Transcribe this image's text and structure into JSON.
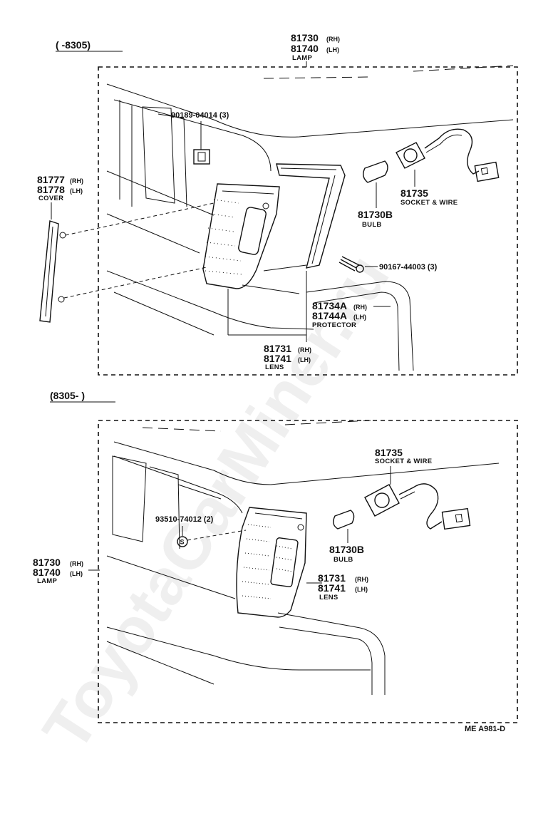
{
  "watermark": "ToyotaCarMiner.ru",
  "upper": {
    "period": "(      -8305)",
    "lamp": {
      "num1": "81730",
      "side1": "(RH)",
      "num2": "81740",
      "side2": "(LH)",
      "name": "LAMP"
    },
    "clip": {
      "text": "90189-04014 (3)"
    },
    "cover": {
      "num1": "81777",
      "side1": "(RH)",
      "num2": "81778",
      "side2": "(LH)",
      "name": "COVER"
    },
    "socket": {
      "num": "81735",
      "name": "SOCKET & WIRE"
    },
    "bulb": {
      "num": "81730B",
      "name": "BULB"
    },
    "screw": {
      "text": "90167-44003 (3)"
    },
    "protector": {
      "num1": "81734A",
      "side1": "(RH)",
      "num2": "81744A",
      "side2": "(LH)",
      "name": "PROTECTOR"
    },
    "lens": {
      "num1": "81731",
      "side1": "(RH)",
      "num2": "81741",
      "side2": "(LH)",
      "name": "LENS"
    }
  },
  "lower": {
    "period": "(8305-       )",
    "socket": {
      "num": "81735",
      "name": "SOCKET & WIRE"
    },
    "screw": {
      "text": "93510-74012 (2)",
      "symbol": "S"
    },
    "lamp": {
      "num1": "81730",
      "side1": "(RH)",
      "num2": "81740",
      "side2": "(LH)",
      "name": "LAMP"
    },
    "bulb": {
      "num": "81730B",
      "name": "BULB"
    },
    "lens": {
      "num1": "81731",
      "side1": "(RH)",
      "num2": "81741",
      "side2": "(LH)",
      "name": "LENS"
    }
  },
  "footer": {
    "code": "ME  A981-D"
  }
}
